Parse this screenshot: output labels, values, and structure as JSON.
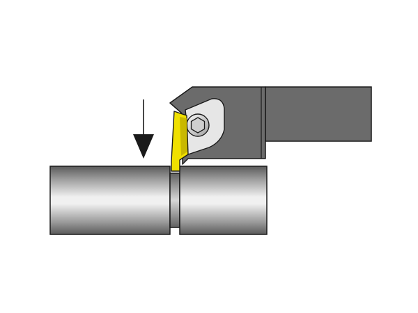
{
  "colors": {
    "background": "#ffffff",
    "outline": "#1a1a1a",
    "holder_body": "#6b6b6b",
    "holder_shank": "#6b6b6b",
    "insert_yellow": "#f0e000",
    "insert_shadow": "#b8a800",
    "screw_face": "#e0e0e0",
    "workpiece_light": "#e8e8e8",
    "workpiece_dark": "#5a5a5a",
    "arrow": "#1a1a1a"
  },
  "icons": {
    "feed_arrow": "down-arrow-icon",
    "clamp_screw": "hex-socket-screw-icon"
  },
  "parts": {
    "tool_holder": "grooving-tool-holder",
    "insert": "grooving-insert",
    "workpiece": "cylindrical-workpiece",
    "groove": "groove-cut"
  }
}
